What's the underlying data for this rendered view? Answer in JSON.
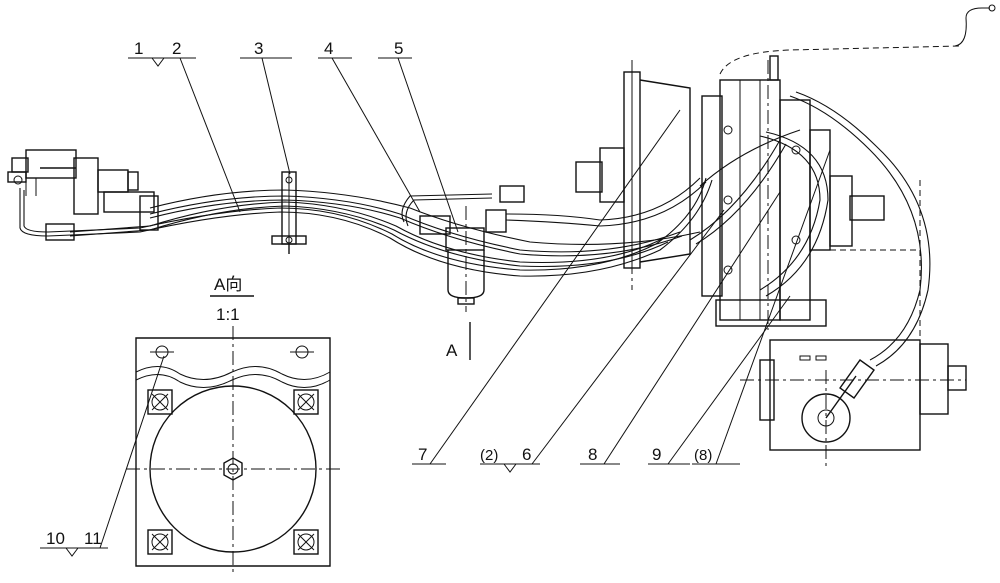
{
  "labels": {
    "l1": "1",
    "l2": "2",
    "l3": "3",
    "l4": "4",
    "l5": "5",
    "l6": "6",
    "l7": "7",
    "l2b": "(2)",
    "l8": "8",
    "l9": "9",
    "l8b": "(8)",
    "l10": "10",
    "l11": "11",
    "view_a": "A",
    "view_title": "A向",
    "view_scale": "1:1"
  }
}
